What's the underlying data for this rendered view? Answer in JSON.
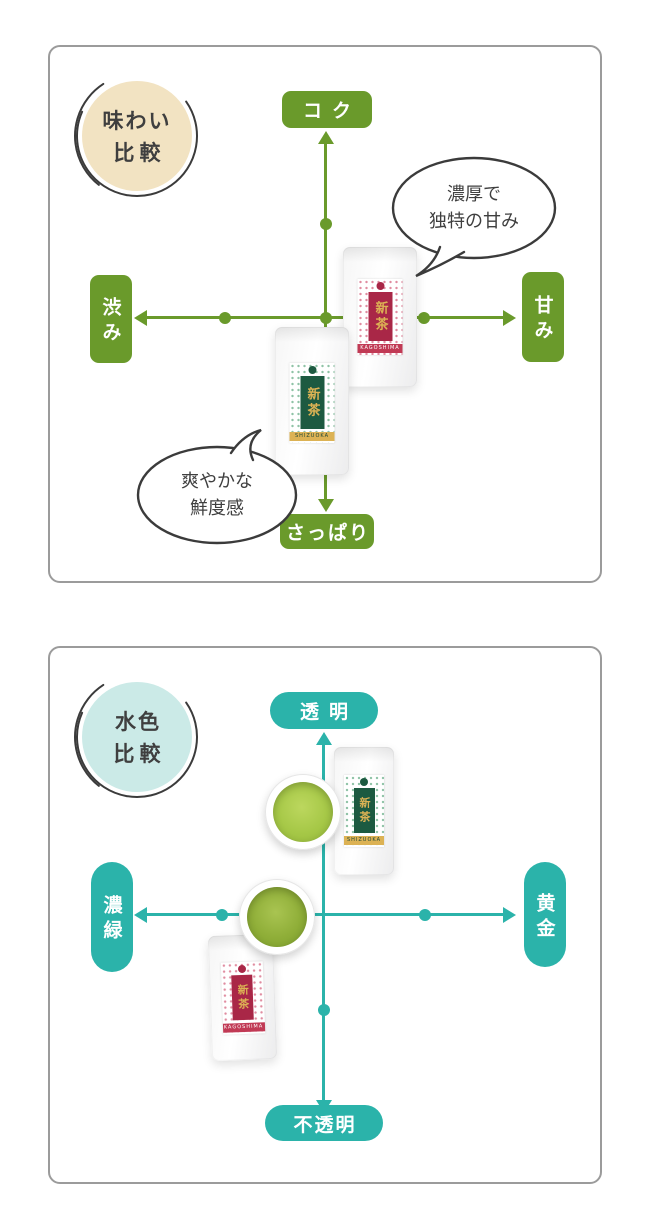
{
  "cards": {
    "taste": {
      "badge": {
        "line1": "味わい",
        "line2": "比較"
      },
      "axis": {
        "top": "コク",
        "bottom": "さっぱり",
        "left": "渋み",
        "right": "甘み"
      },
      "bubbles": {
        "rich": {
          "line1": "濃厚で",
          "line2": "独特の甘み"
        },
        "fresh": {
          "line1": "爽やかな",
          "line2": "鮮度感"
        }
      }
    },
    "liquor": {
      "badge": {
        "line1": "水色",
        "line2": "比較"
      },
      "axis": {
        "top": "透明",
        "bottom": "不透明",
        "left": "濃緑",
        "right": "黄金"
      }
    }
  },
  "packages": {
    "kagoshima": {
      "title": "新茶",
      "region": "KAGOSHIMA"
    },
    "shizuoka": {
      "title": "新茶",
      "region": "SHIZUOKA"
    }
  },
  "colors": {
    "taste_accent_green": "#6a9a2b",
    "liquor_accent_teal": "#2bb3aa",
    "taste_badge_bg": "#f2e3c2",
    "liquor_badge_bg": "#cbeae7",
    "outline_ink": "#3b3b3b",
    "kagoshima_label_red": "#c13a55",
    "kagoshima_strip_red": "#a92747",
    "shizuoka_strip_green": "#1d5a41",
    "label_gold": "#dcb254",
    "shizuoka_cup_liquor": "#a6c847",
    "kagoshima_cup_liquor": "#8fae38"
  }
}
